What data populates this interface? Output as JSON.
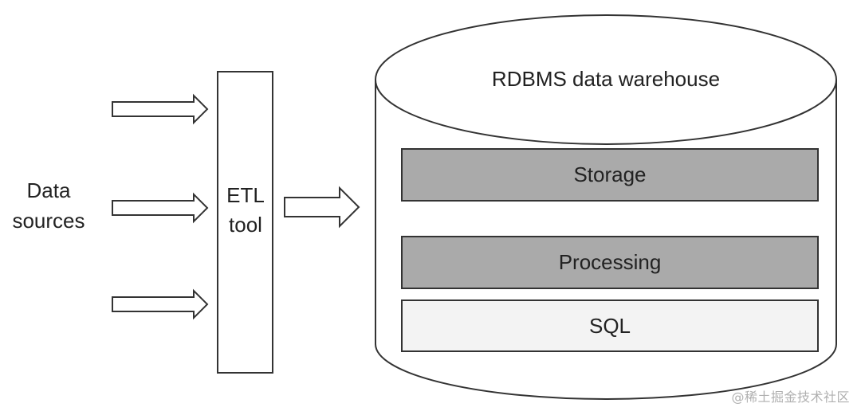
{
  "sources": {
    "label_line1": "Data",
    "label_line2": "sources"
  },
  "etl": {
    "label_line1": "ETL",
    "label_line2": "tool"
  },
  "warehouse": {
    "title": "RDBMS data warehouse",
    "layers": [
      {
        "label": "Storage",
        "fill": "#aaaaaa"
      },
      {
        "label": "Processing",
        "fill": "#aaaaaa"
      },
      {
        "label": "SQL",
        "fill": "#f3f3f3"
      }
    ]
  },
  "colors": {
    "stroke": "#333333",
    "layer_fill": "#aaaaaa",
    "sql_fill": "#f3f3f3",
    "text": "#222222"
  },
  "watermark": "@稀土掘金技术社区"
}
